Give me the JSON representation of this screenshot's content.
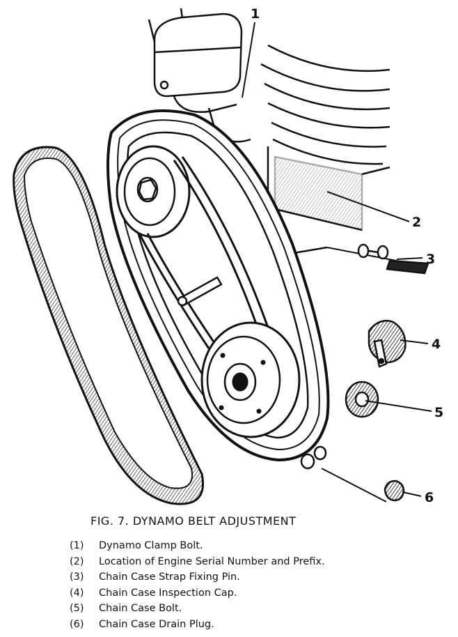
{
  "figure": {
    "title": "FIG. 7.   DYNAMO BELT ADJUSTMENT"
  },
  "callouts": [
    "1",
    "2",
    "3",
    "4",
    "5",
    "6"
  ],
  "legend": [
    {
      "num": "(1)",
      "text": "Dynamo Clamp Bolt."
    },
    {
      "num": "(2)",
      "text": "Location of Engine Serial Number and Prefix."
    },
    {
      "num": "(3)",
      "text": "Chain Case Strap Fixing Pin."
    },
    {
      "num": "(4)",
      "text": "Chain Case Inspection Cap."
    },
    {
      "num": "(5)",
      "text": "Chain Case  Bolt."
    },
    {
      "num": "(6)",
      "text": "Chain Case Drain Plug."
    }
  ]
}
